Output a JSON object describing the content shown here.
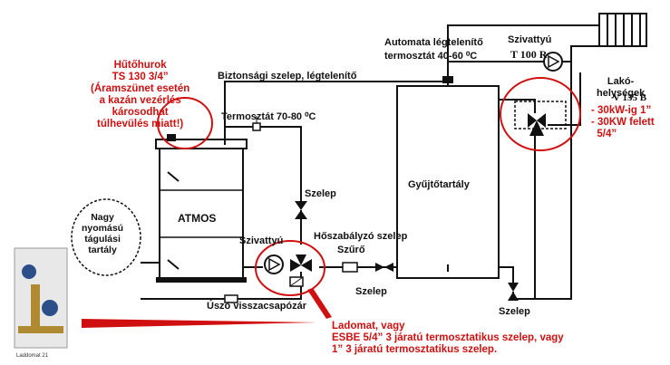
{
  "labels": {
    "hutohurok": "Hűtőhurok\nTS 130 3/4”\n(Áramszünet esetén\na kazán vezérlés\nkárosodhat\ntúlhevülés miatt!)",
    "automata": "Automata légtelenítő",
    "termosztat_top": "termosztát 40-60 ⁰C",
    "szivattyu_top": "Szivattyú",
    "t100r": "T 100 R",
    "lako": "Lakó-\nhelységek",
    "biztonsagi": "Biztonsági szelep, légtelenítő",
    "termosztat_boiler": "Termosztát 70-80 ⁰C",
    "v135b": "V 135 B",
    "v135b_notes": "- 30kW-ig 1”\n- 30KW felett\n  5/4”",
    "atmos": "ATMOS",
    "gyujto": "Gyűjtőtartály",
    "nagy_nyomasu": "Nagy\nnyomású\ntágulási\ntartály",
    "szelep_1": "Szelep",
    "hoszab": "Hőszabályzó szelep",
    "szivattyu_left": "Szivattyú",
    "szuro": "Szűrő",
    "szelep_2": "Szelep",
    "szelep_3": "Szelep",
    "uszo": "Úszó visszacsapózár",
    "ladomat": "Ladomat, vagy\nESBE 5/4” 3 járatú termosztatikus szelep, vagy\n1” 3 járatú termosztatikus szelep.",
    "photo_caption": "Laddomat 21"
  },
  "colors": {
    "pipe": "#111111",
    "highlight": "#d01010",
    "text": "#111111"
  }
}
